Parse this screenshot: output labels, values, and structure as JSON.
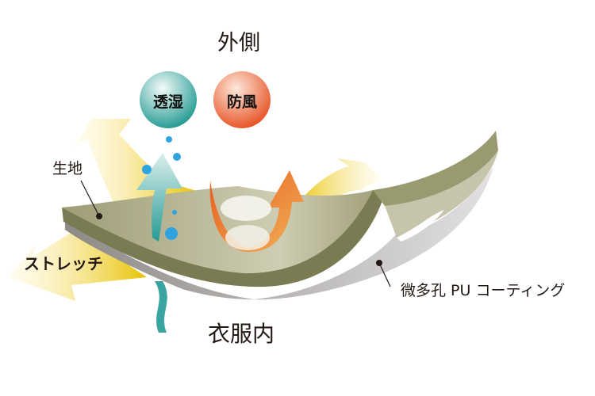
{
  "labels": {
    "outside": "外側",
    "inside": "衣服内",
    "fabric": "生地",
    "stretch": "ストレッチ",
    "coating": "微多孔 PU コーティング"
  },
  "badges": [
    {
      "text": "透湿",
      "color": "#2a9d95"
    },
    {
      "text": "防風",
      "color": "#e8572a"
    }
  ],
  "colors": {
    "fabric_top": "#b3b28f",
    "fabric_edge": "#7a7b52",
    "coating": "#b9b6b8",
    "stretch_arrow": "#e8c200",
    "moisture_arrow": "#3aa5a0",
    "wind_arrow": "#f08a2a"
  }
}
